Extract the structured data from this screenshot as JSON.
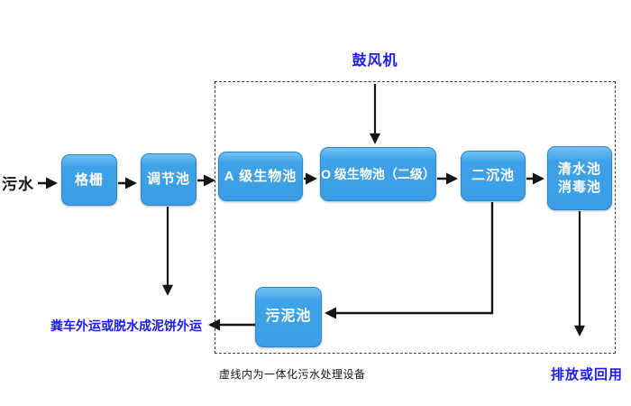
{
  "diagram": {
    "influent_label": "污水",
    "blower_label": "鼓风机",
    "caption": "虚线内为一体化污水处理设备",
    "nodes": {
      "grid": "格栅",
      "regulating_tank": "调节池",
      "a_bio_tank": "A 级生物池",
      "o_bio_tank": "O 级生物池（二级）",
      "secondary_sedimentation_tank": "二沉池",
      "clear_water_tank_line1": "清水池",
      "clear_water_tank_line2": "消毒池",
      "sludge_tank": "污泥池"
    },
    "outputs": {
      "sludge_out": "粪车外运或脱水成泥饼外运",
      "effluent_out": "排放或回用"
    },
    "edges": [
      {
        "from": "污水",
        "to": "格栅"
      },
      {
        "from": "格栅",
        "to": "调节池"
      },
      {
        "from": "调节池",
        "to": "A 级生物池"
      },
      {
        "from": "A 级生物池",
        "to": "O 级生物池（二级）"
      },
      {
        "from": "O 级生物池（二级）",
        "to": "二沉池"
      },
      {
        "from": "二沉池",
        "to": "清水池消毒池"
      },
      {
        "from": "鼓风机",
        "to": "O 级生物池（二级）"
      },
      {
        "from": "调节池",
        "to": "粪车外运或脱水成泥饼外运"
      },
      {
        "from": "二沉池",
        "to": "污泥池"
      },
      {
        "from": "污泥池",
        "to": "粪车外运或脱水成泥饼外运"
      },
      {
        "from": "清水池消毒池",
        "to": "排放或回用"
      }
    ],
    "colors": {
      "box_fill": "#3FA2E7",
      "box_border": "#2A86CF",
      "box_text": "#FFFFFF",
      "blue_text": "#1A1AEE",
      "black_text": "#141414",
      "arrow": "#141414",
      "dashed_border": "#3C3C3C",
      "background": "#FFFFFF"
    }
  }
}
